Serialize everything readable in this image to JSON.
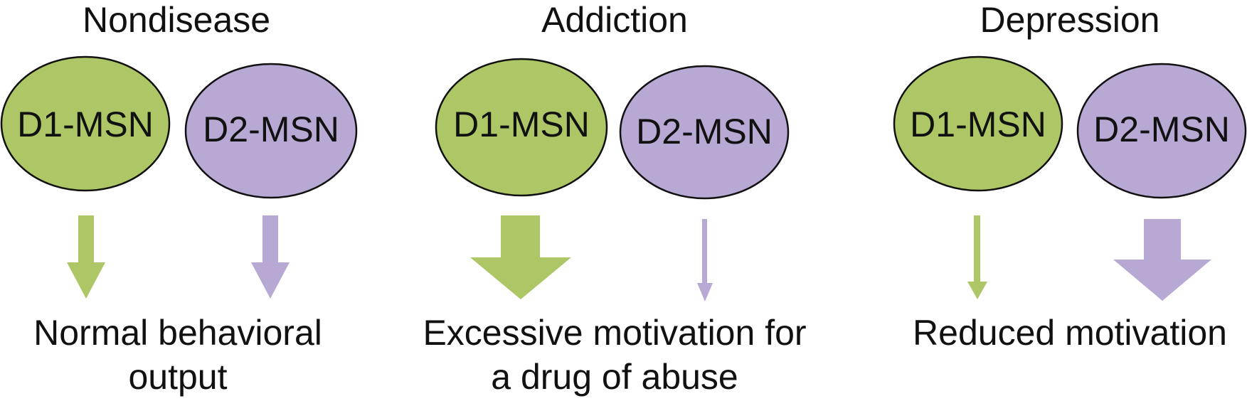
{
  "colors": {
    "d1": "#aec766",
    "d2": "#b7a9d4",
    "outline": "#111111",
    "text": "#111111"
  },
  "panels": [
    {
      "id": "nondisease",
      "title": "Nondisease",
      "d1_label": "D1-MSN",
      "d2_label": "D2-MSN",
      "d1_output": "normal",
      "d2_output": "normal",
      "outcome": [
        "Normal behavioral",
        "output"
      ]
    },
    {
      "id": "addiction",
      "title": "Addiction",
      "d1_label": "D1-MSN",
      "d2_label": "D2-MSN",
      "d1_output": "increased",
      "d2_output": "decreased",
      "outcome": [
        "Excessive motivation for",
        "a drug of abuse"
      ]
    },
    {
      "id": "depression",
      "title": "Depression",
      "d1_label": "D1-MSN",
      "d2_label": "D2-MSN",
      "d1_output": "decreased",
      "d2_output": "increased",
      "outcome": [
        "Reduced motivation"
      ]
    }
  ]
}
